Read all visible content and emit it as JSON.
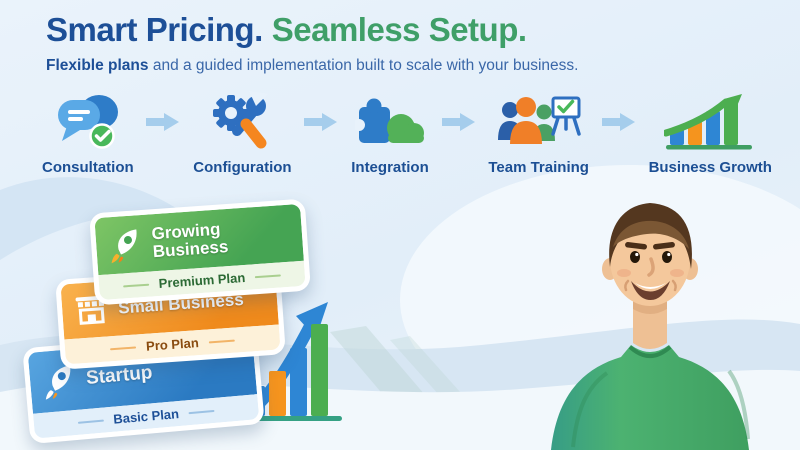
{
  "header": {
    "title_primary": "Smart Pricing.",
    "title_secondary": "Seamless Setup.",
    "subtitle_emphasis": "Flexible plans",
    "subtitle_rest": " and a guided implementation built to scale with your business."
  },
  "process_flow": {
    "steps": [
      {
        "label": "Consultation",
        "icon": "chat-bubbles-check-icon"
      },
      {
        "label": "Configuration",
        "icon": "gear-wrench-icon"
      },
      {
        "label": "Integration",
        "icon": "puzzle-cloud-icon"
      },
      {
        "label": "Team Training",
        "icon": "team-whiteboard-icon"
      },
      {
        "label": "Business Growth",
        "icon": "growth-bars-arrow-icon"
      }
    ],
    "connector_icon": "right-arrow-icon"
  },
  "plan_cards": [
    {
      "name": "Growing Business",
      "tier": "Premium Plan",
      "icon": "rocket-icon",
      "theme_color": "#45a453"
    },
    {
      "name": "Small Business",
      "tier": "Pro Plan",
      "icon": "storefront-icon",
      "theme_color": "#ef8a1c"
    },
    {
      "name": "Startup",
      "tier": "Basic Plan",
      "icon": "rocket-icon",
      "theme_color": "#2b7ac2"
    }
  ],
  "decor": {
    "growth_chart": "bar-chart-with-rising-arrow",
    "illustration": "smiling-man-green-tshirt"
  },
  "colors": {
    "title_blue": "#1d4f97",
    "title_green": "#3f9f68",
    "label_blue": "#1c4f94",
    "background_light_blue": "#e6f0fa",
    "connector_arrow_blue": "#a5cdec",
    "chart_blue": "#2e86d4",
    "chart_orange": "#f5941e",
    "chart_green": "#4cae50"
  }
}
